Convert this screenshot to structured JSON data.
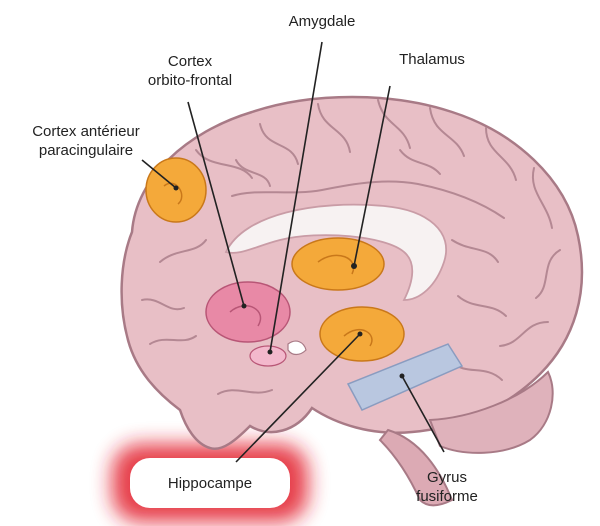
{
  "labels": {
    "amygdale": "Amygdale",
    "cortex_orbito_frontal": [
      "Cortex",
      "orbito-frontal"
    ],
    "thalamus": "Thalamus",
    "cortex_anterieur": [
      "Cortex antérieur",
      "paracingulaire"
    ],
    "hippocampe": "Hippocampe",
    "gyrus_fusiforme": [
      "Gyrus",
      "fusiforme"
    ]
  },
  "colors": {
    "brain_fill": "#e8bfc6",
    "brain_outline": "#a87a86",
    "gyri_lines": "#b48893",
    "highlight_orange": "#f4a93a",
    "highlight_pink": "#e889a6",
    "fusiform_blue": "#b9c7e0",
    "callosum": "#f7f2f2",
    "callout_glow": "#e21f2c"
  }
}
